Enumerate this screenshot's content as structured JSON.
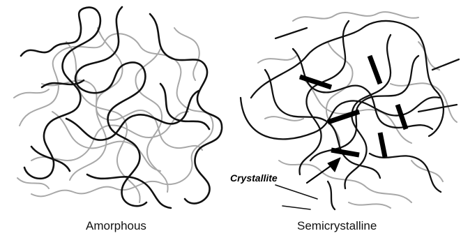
{
  "panels": {
    "left": {
      "caption": "Amorphous"
    },
    "right": {
      "caption": "Semicrystalline",
      "annotation": "Crystallite"
    }
  },
  "colors": {
    "foreground_chain": "#111111",
    "background_chain": "#a8a8a8",
    "crystallite": "#000000"
  }
}
